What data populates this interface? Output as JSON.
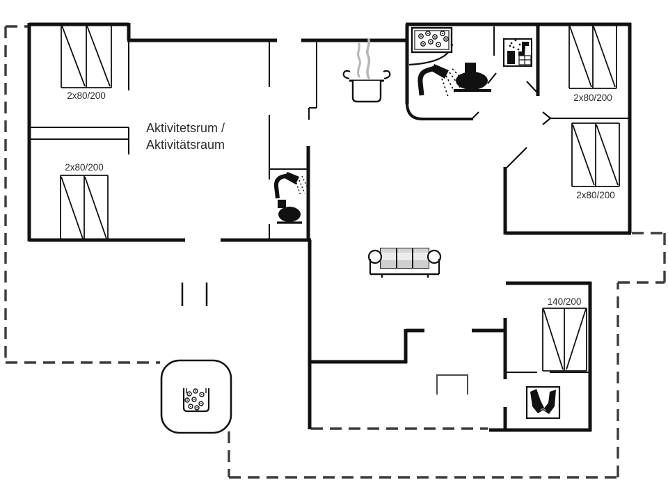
{
  "plan": {
    "room_labels": {
      "activity_room_line1": "Aktivitetsrum /",
      "activity_room_line2": "Aktivitätsraum"
    },
    "bed_labels": {
      "bedroom_top_left": "2x80/200",
      "bedroom_mid_left": "2x80/200",
      "bedroom_right_upper": "2x80/200",
      "bedroom_right_lower": "2x80/200",
      "bedroom_bottom_right": "140/200"
    },
    "features": [
      "corner-whirlpool-bath-icon",
      "bathroom-shower-icon",
      "bathroom-toilet-icon",
      "sauna-icon",
      "kitchen-cooking-pot-icon",
      "wc-shower-icon",
      "wc-toilet-icon",
      "living-room-sofa-icon",
      "outdoor-hot-tub-icon",
      "boot-storage-icon",
      "terrace-step-icon"
    ],
    "colors": {
      "wall": "#111111",
      "terrace_boundary": "#3c3c3c",
      "steam": "#b6b6b6",
      "text": "#2b2b2b",
      "sofa_shade": "#cfcfcf"
    }
  }
}
